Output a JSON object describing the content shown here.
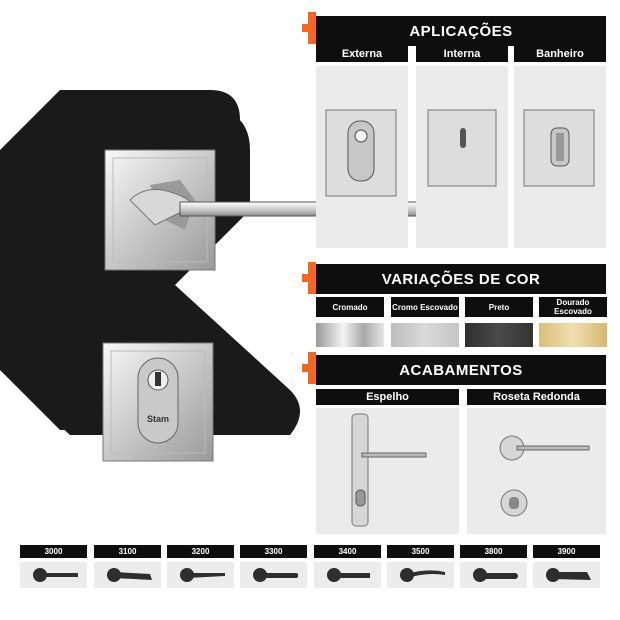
{
  "colors": {
    "accent": "#f26722",
    "dark": "#0e0e0e",
    "panel": "#ebebeb"
  },
  "brand_lock_text": "Stam",
  "sections": {
    "aplicacoes": {
      "title": "APLICAÇÕES",
      "tabs": [
        "Externa",
        "Interna",
        "Banheiro"
      ]
    },
    "variacoes": {
      "title": "VARIAÇÕES DE COR",
      "colors": [
        {
          "label": "Cromado",
          "swatch": "chrome"
        },
        {
          "label": "Cromo Escovado",
          "swatch": "brushed"
        },
        {
          "label": "Preto",
          "swatch": "black"
        },
        {
          "label": "Dourado Escovado",
          "swatch": "gold"
        }
      ]
    },
    "acabamentos": {
      "title": "ACABAMENTOS",
      "tabs": [
        "Espelho",
        "Roseta Redonda"
      ]
    }
  },
  "models": [
    "3000",
    "3100",
    "3200",
    "3300",
    "3400",
    "3500",
    "3800",
    "3900"
  ]
}
